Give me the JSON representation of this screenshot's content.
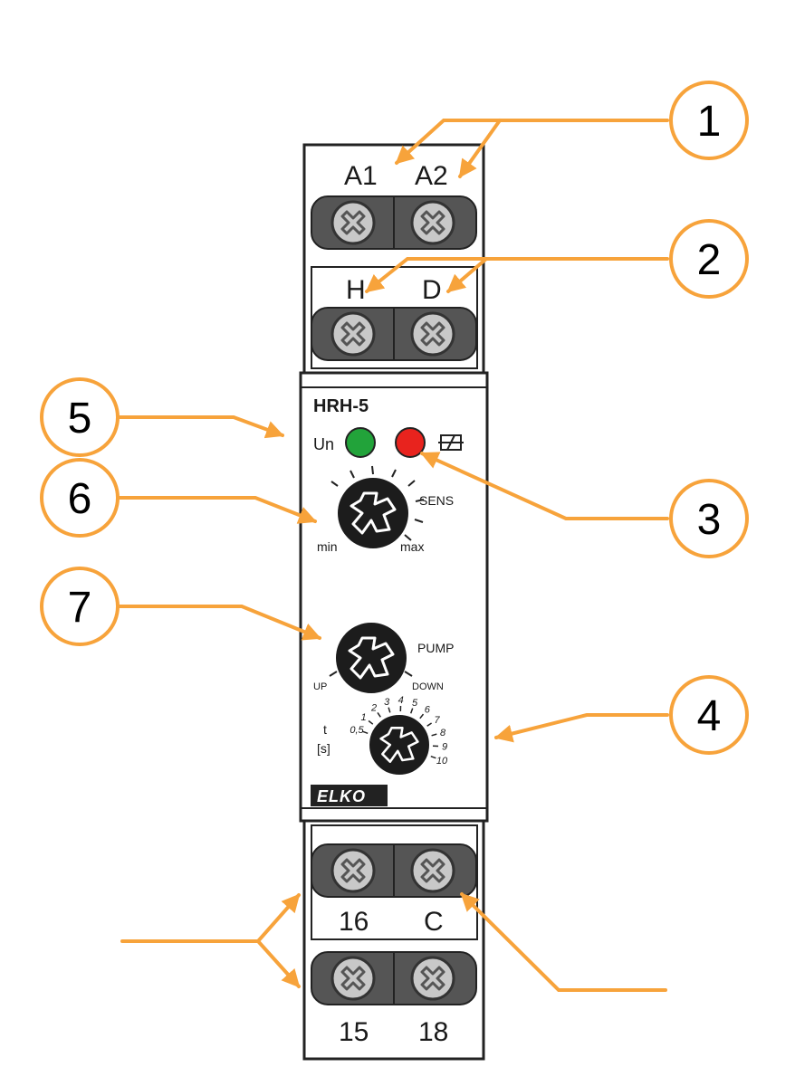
{
  "device": {
    "model": "HRH-5",
    "brand": "ELKO",
    "led_power_label": "Un",
    "led_power_color": "#22a33a",
    "led_relay_color": "#e8231e",
    "relay_symbol": "relay-contact-icon"
  },
  "terminals": {
    "top_row_1": [
      "A1",
      "A2"
    ],
    "top_row_2": [
      "H",
      "D"
    ],
    "bottom_row_1": [
      "16",
      "C"
    ],
    "bottom_row_2": [
      "15",
      "18"
    ]
  },
  "knobs": {
    "sens": {
      "label": "SENS",
      "min_label": "min",
      "max_label": "max"
    },
    "pump": {
      "label": "PUMP",
      "left_label": "UP",
      "right_label": "DOWN"
    },
    "time": {
      "label_line1": "t",
      "label_line2": "[s]",
      "scale": [
        "0,5",
        "1",
        "2",
        "3",
        "4",
        "5",
        "6",
        "7",
        "8",
        "9",
        "10"
      ]
    }
  },
  "callouts": [
    "1",
    "2",
    "3",
    "4",
    "5",
    "6",
    "7"
  ],
  "colors": {
    "callout_orange": "#f7a33b",
    "outline": "#222222",
    "terminal_block": "#555555",
    "screw": "#c8c8c8",
    "knob": "#1c1c1c"
  }
}
